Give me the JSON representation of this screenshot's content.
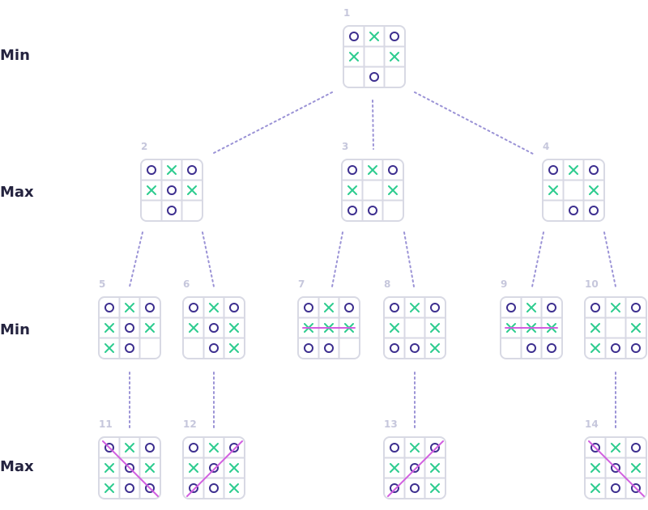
{
  "levels": [
    "Min",
    "Max",
    "Min",
    "Max"
  ],
  "colors": {
    "x_mark": "#2ecc8f",
    "o_mark": "#3d2f8f",
    "grid": "#d8d9e4",
    "win_line": "#d25fe0",
    "connector": "#9b93d6",
    "number": "#c6c7dc",
    "label": "#24233f"
  },
  "boards": [
    {
      "id": "1",
      "cells": [
        "O",
        "X",
        "O",
        "X",
        "",
        "X",
        "",
        "O",
        ""
      ]
    },
    {
      "id": "2",
      "cells": [
        "O",
        "X",
        "O",
        "X",
        "O",
        "X",
        "",
        "O",
        ""
      ]
    },
    {
      "id": "3",
      "cells": [
        "O",
        "X",
        "O",
        "X",
        "",
        "X",
        "O",
        "O",
        ""
      ]
    },
    {
      "id": "4",
      "cells": [
        "O",
        "X",
        "O",
        "X",
        "",
        "X",
        "",
        "O",
        "O"
      ]
    },
    {
      "id": "5",
      "cells": [
        "O",
        "X",
        "O",
        "X",
        "O",
        "X",
        "X",
        "O",
        ""
      ]
    },
    {
      "id": "6",
      "cells": [
        "O",
        "X",
        "O",
        "X",
        "O",
        "X",
        "",
        "O",
        "X"
      ]
    },
    {
      "id": "7",
      "cells": [
        "O",
        "X",
        "O",
        "X",
        "X",
        "X",
        "O",
        "O",
        ""
      ],
      "win": "row2"
    },
    {
      "id": "8",
      "cells": [
        "O",
        "X",
        "O",
        "X",
        "",
        "X",
        "O",
        "O",
        "X"
      ]
    },
    {
      "id": "9",
      "cells": [
        "O",
        "X",
        "O",
        "X",
        "X",
        "X",
        "",
        "O",
        "O"
      ],
      "win": "row2"
    },
    {
      "id": "10",
      "cells": [
        "O",
        "X",
        "O",
        "X",
        "",
        "X",
        "X",
        "O",
        "O"
      ]
    },
    {
      "id": "11",
      "cells": [
        "O",
        "X",
        "O",
        "X",
        "O",
        "X",
        "X",
        "O",
        "O"
      ],
      "win": "diag"
    },
    {
      "id": "12",
      "cells": [
        "O",
        "X",
        "O",
        "X",
        "O",
        "X",
        "O",
        "O",
        "X"
      ],
      "win": "anti"
    },
    {
      "id": "13",
      "cells": [
        "O",
        "X",
        "O",
        "X",
        "O",
        "X",
        "O",
        "O",
        "X"
      ],
      "win": "anti"
    },
    {
      "id": "14",
      "cells": [
        "O",
        "X",
        "O",
        "X",
        "O",
        "X",
        "X",
        "O",
        "O"
      ],
      "win": "diag"
    }
  ],
  "edges": [
    [
      "1",
      "2"
    ],
    [
      "1",
      "3"
    ],
    [
      "1",
      "4"
    ],
    [
      "2",
      "5"
    ],
    [
      "2",
      "6"
    ],
    [
      "3",
      "7"
    ],
    [
      "3",
      "8"
    ],
    [
      "4",
      "9"
    ],
    [
      "4",
      "10"
    ],
    [
      "5",
      "11"
    ],
    [
      "6",
      "12"
    ],
    [
      "8",
      "13"
    ],
    [
      "10",
      "14"
    ]
  ]
}
